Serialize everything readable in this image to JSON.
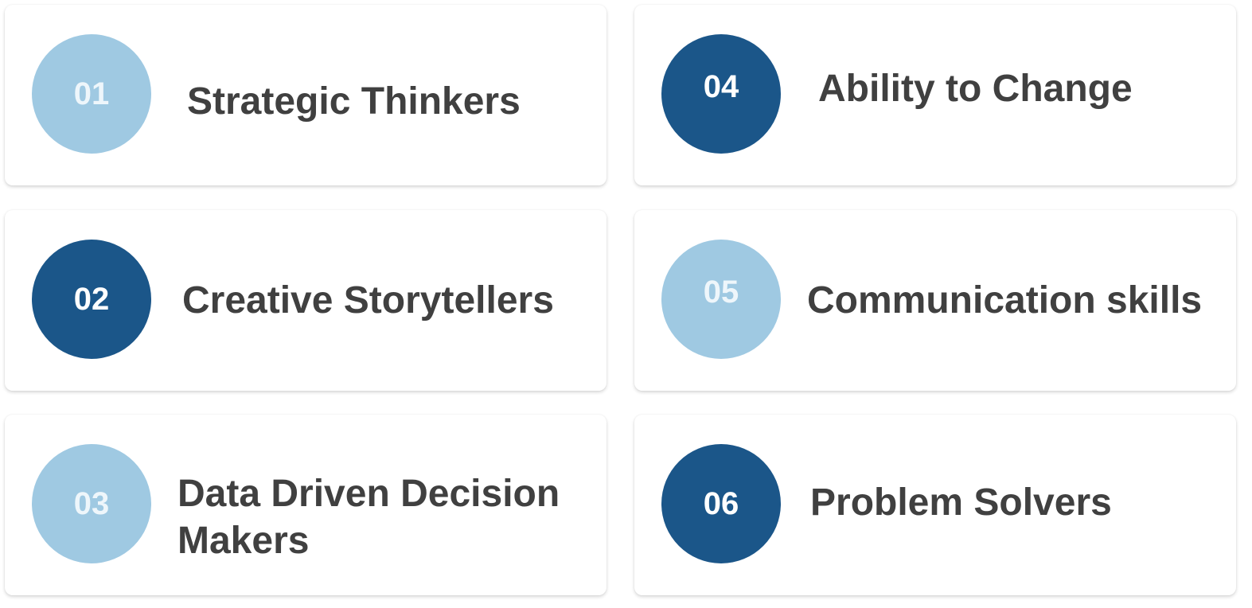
{
  "colors": {
    "circle_light": "#9fc9e2",
    "circle_dark": "#1b5689",
    "text": "#404040",
    "card_background": "#ffffff"
  },
  "cards": [
    {
      "number": "01",
      "title_lines": [
        "Strategic Thinkers"
      ],
      "circle_style": "light"
    },
    {
      "number": "02",
      "title_lines": [
        "Creative Storytellers"
      ],
      "circle_style": "dark"
    },
    {
      "number": "03",
      "title_lines": [
        "Data Driven Decision",
        "Makers"
      ],
      "circle_style": "light"
    },
    {
      "number": "04",
      "title_lines": [
        "Ability to Change"
      ],
      "circle_style": "dark"
    },
    {
      "number": "05",
      "title_lines": [
        "Communication skills"
      ],
      "circle_style": "light"
    },
    {
      "number": "06",
      "title_lines": [
        "Problem Solvers"
      ],
      "circle_style": "dark"
    }
  ]
}
